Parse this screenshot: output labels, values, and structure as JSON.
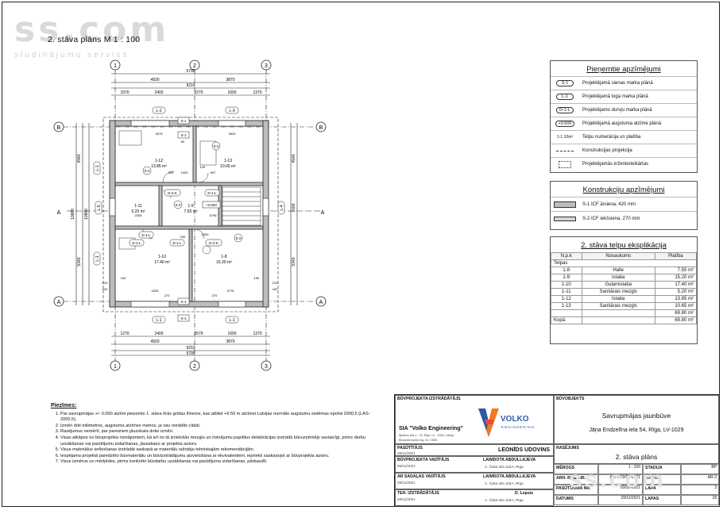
{
  "watermark": {
    "logo": "ss.com",
    "subtitle": "sludinājumu serviss"
  },
  "drawing_title": "2. stāva plāns   M 1 : 100",
  "axes": {
    "numbers": [
      "1",
      "2",
      "3"
    ],
    "letters": [
      "A",
      "B"
    ]
  },
  "dims_top": {
    "total": "5790",
    "row2": [
      "4920",
      "3870"
    ],
    "row2_total": "9210",
    "row3": [
      "1570",
      "2400",
      "2270",
      "1600",
      "1370"
    ]
  },
  "dims_bottom": {
    "row1": [
      "1270",
      "2400",
      "2579",
      "1600",
      "1370"
    ],
    "row2": [
      "4920",
      "3870"
    ],
    "row2_total": "9210",
    "total": "5790"
  },
  "dims_left": [
    "4940",
    "10680",
    "5340",
    "10860"
  ],
  "dims_right": [
    "4540",
    "1000",
    "5340"
  ],
  "rooms": [
    {
      "num": "1-12",
      "area": "13.85 m²"
    },
    {
      "num": "1-13",
      "area": "10.65 m²"
    },
    {
      "num": "1-11",
      "area": "5.20 m²"
    },
    {
      "num": "1-9",
      "area": "7.55 m²"
    },
    {
      "num": "1-10",
      "area": "17.40 m²"
    },
    {
      "num": "1-8",
      "area": "15.20 m²"
    }
  ],
  "plan_labels": {
    "windows": [
      "L-2",
      "L-3",
      "L-1",
      "L-1",
      "L-4",
      "L-5",
      "L-1",
      "L-1"
    ],
    "walls": [
      "S-1",
      "S-2",
      "S-2",
      "S-1",
      "S-2",
      "S-2",
      "S-1",
      "S-1"
    ],
    "doors": [
      "D-2-K",
      "D-1-L",
      "D-1-L",
      "D-1-L",
      "D-2-K",
      "D-1-L"
    ],
    "level": "+3.600",
    "dim_smalls": [
      "4575",
      "3525",
      "2305",
      "5795",
      "4325",
      "3775",
      "900",
      "1000",
      "907",
      "1000",
      "210",
      "420",
      "210",
      "420",
      "150",
      "150",
      "60",
      "230",
      "270",
      "270",
      "125"
    ],
    "section": "A"
  },
  "legend_assumptions": {
    "title": "Pieņemtie apzīmējumi",
    "items": [
      {
        "sym": "S-1",
        "label": "Projektējamā sienas marka plānā"
      },
      {
        "sym": "L-1",
        "label": "Projektējamā loga marka plānā"
      },
      {
        "sym": "D-1-L",
        "label": "Projektējamo durvju marka plānā"
      },
      {
        "sym": "+0.000",
        "label": "Projektējamā augstuma atzīme plānā"
      },
      {
        "sym": "1-1 10m²",
        "label": "Telpu numerācija un platība"
      },
      {
        "sym": "",
        "label": "Konstrukcijas projekcija"
      },
      {
        "sym": "",
        "label": "Projektējamās inženierieikārtas"
      }
    ]
  },
  "legend_constructions": {
    "title": "Konstrukciju apzīmējumi",
    "items": [
      {
        "label": "S-1 ICF ārsiena, 420 mm"
      },
      {
        "label": "S-2 ICF iekšsiena, 270 mm"
      }
    ]
  },
  "explication": {
    "title": "2. stāva telpu eksplikācija",
    "headers": [
      "N.p.k",
      "Nosaukums",
      "Platība"
    ],
    "group": "Telpas",
    "rows": [
      [
        "1-8",
        "Halle",
        "7.55 m²"
      ],
      [
        "1-9",
        "Istaba",
        "15.20 m²"
      ],
      [
        "1-10",
        "Guļamistaba",
        "17.40 m²"
      ],
      [
        "1-11",
        "Sanitārais mezgls",
        "5.20 m²"
      ],
      [
        "1-12",
        "Istaba",
        "13.85 m²"
      ],
      [
        "1-13",
        "Sanitārais mezgls",
        "10.65 m²"
      ]
    ],
    "subtotal": "69.80 m²",
    "total_label": "Kopā:",
    "total": "69.80 m²"
  },
  "notes": {
    "title": "Piezīmes:",
    "items": [
      "Par savrupmājas +/- 0.000 atzīmi pieņemts 1. stāva tīrās grīdas līmenis, kas atbilst +9.50 m atzīmei Latvijas normālo augstumu sistēmas epohā 2000,5 (LAS-2000,5).",
      "Izmēri doti milimetros, augstuma atzīmes metros, ja nav norādīts citādi.",
      "Rasējumus nemērīt, par pareiziem jāuzskata dotie izmēri.",
      "Visas atkāpes no būvprojekta risinājumiem, kā arī no tā izrietošās mezglu un risinājumu papildus detalizācijas izstrādā būvuzņēmējs saviaicīgi, pirms darbu uzsākšanas vai pasūtījumu izdarīšanas, jāsaskaņo ar projekta autoru.",
      "Visus materiālus ierīkošanas izstrādāt saskaņā ar materiālu ražotāju tehniskajām rekomendācijām.",
      "Iespējama projektā paredzēto būvmateriālu un būvizstrādājumu aizvietošana ar ekvivalentiem, iepriekš saskaņojot ar būvprojekta autoru.",
      "Visus izmērus un mērķēdes, pirms konkrēto būvdarbu uzsākšanas vai pasūtījuma izdarīšanas, pārbaudīt."
    ]
  },
  "title_block": {
    "designer_header": "BŪVPROJEKTA IZSTRĀDĀTĀJS",
    "company": "SIA \"Volko Engineering\"",
    "company_addr": "Āpšieku iela 1 - 22, Rīga, LV - 1026, Latvija",
    "company_reg": "Būvkomersanta reg. Nr. 19891",
    "logo_text": "VOLKO",
    "logo_sub": "ENGINEERING",
    "object_header": "BŪVOBJEKTS",
    "object_name": "Savrupmājas jaunbūve",
    "object_addr": "Jāņa Endzelīna iela 54, Rīga, LV-1029",
    "client_header": "PASŪTĪTĀJS",
    "client_date": "29/11/2021",
    "client_name": "LEONĪDS UDOVINS",
    "drawing_header": "RASĒJUMS",
    "drawing_name": "2. stāva plāns",
    "people": [
      {
        "role": "BŪVPROJEKTA VADĪTĀJS",
        "date": "29/11/2021",
        "name": "LAIMDOTA ABDULLAJEVA",
        "addr": "A. Čaka iela 116A, Rīga"
      },
      {
        "role": "AR SADAĻAS VADĪTĀJS",
        "date": "29/11/2021",
        "name": "LAIMDOTA ABDULLAJEVA",
        "addr": "A. Čaka iela 116A, Rīga"
      },
      {
        "role": "TEH. IZSTRĀDĀTĀJS",
        "date": "29/11/2021",
        "name": "D. Lepsis",
        "addr": "A. Čaka iela 116A, Rīga"
      }
    ],
    "meta": [
      [
        "MĒROGS",
        "1 : 100",
        "STADIJA",
        "BP"
      ],
      [
        "ARH. REG. NR.",
        "ARH. 03/02-2021",
        "MARKA",
        "AR-3"
      ],
      [
        "PASŪTĪJUMA NR.",
        "03/02-2021",
        "LAPA",
        "3"
      ],
      [
        "DATUMS",
        "29/11/2021",
        "LAPAS",
        "18"
      ]
    ]
  },
  "colors": {
    "logo_orange": "#f07b1e",
    "logo_blue": "#2f5aa6",
    "wall_fill": "#bdbdbd"
  }
}
